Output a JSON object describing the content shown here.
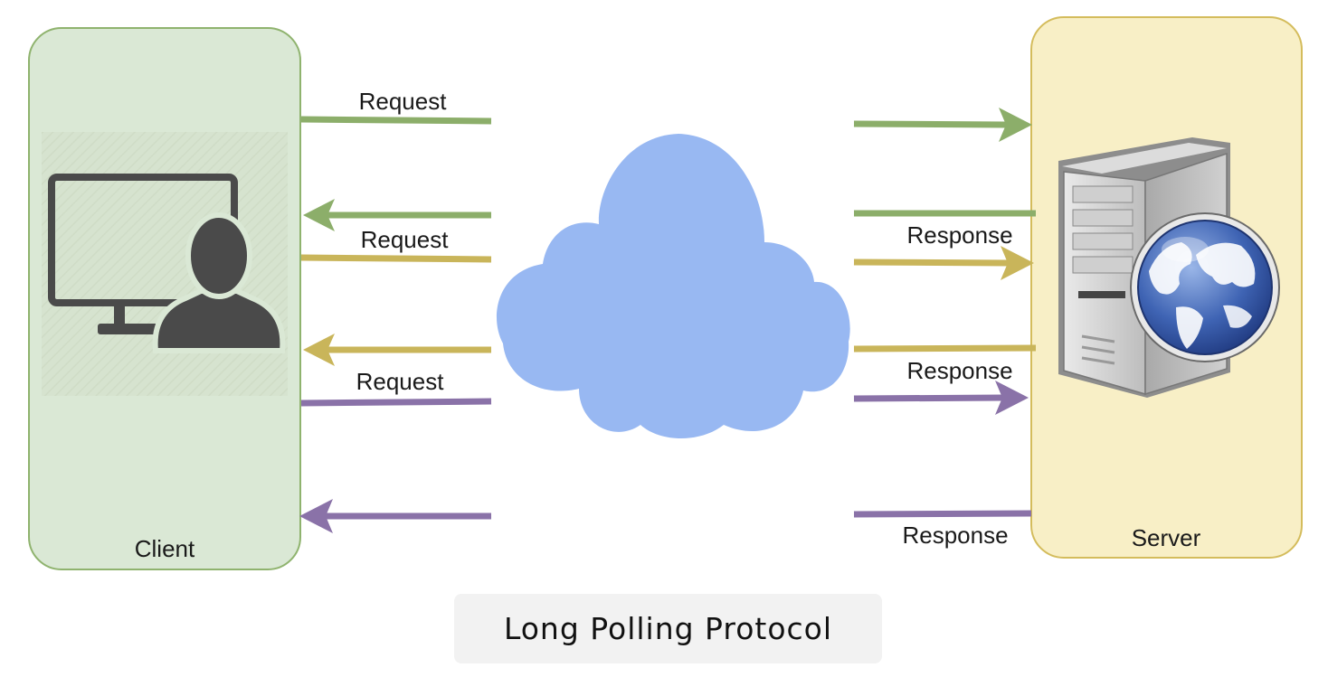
{
  "client": {
    "label": "Client",
    "fill": "#dae8d5",
    "stroke": "#8fb36e"
  },
  "server": {
    "label": "Server",
    "fill": "#f8efc6",
    "stroke": "#d4bc5c"
  },
  "network": {
    "icon": "cloud-icon",
    "fill": "#98b8f2"
  },
  "colors": {
    "green": "#8cae6a",
    "yellow": "#c9b55a",
    "purple": "#8a72a8"
  },
  "messages": {
    "request_1": "Request",
    "request_2": "Request",
    "request_3": "Request",
    "response_1": "Response",
    "response_2": "Response",
    "response_3": "Response"
  },
  "caption": "Long Polling Protocol"
}
